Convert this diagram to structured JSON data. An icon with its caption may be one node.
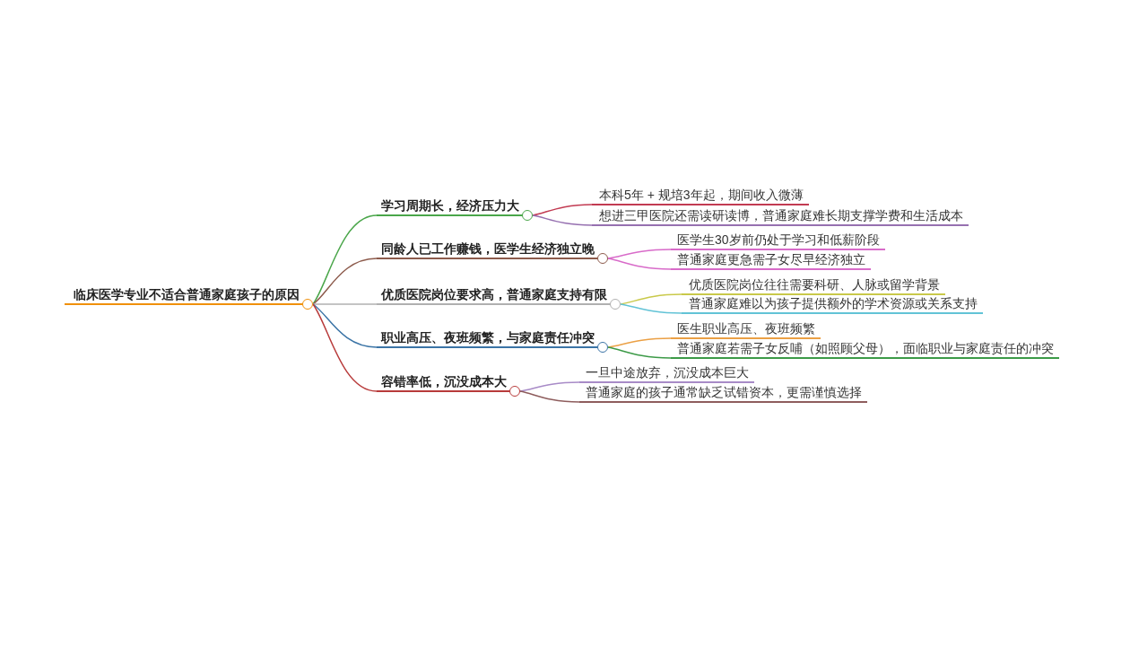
{
  "diagram": {
    "nodes": [
      {
        "text": [
          "临床医学专业不适合普通家庭孩子的原因"
        ]
      },
      {
        "text": [
          "学习周期长，经济压力大"
        ]
      },
      {
        "text": [
          "同龄人已工作赚钱，医学生经济独立晚"
        ]
      },
      {
        "text": [
          "优质医院岗位要求高，普通家庭支持有限"
        ]
      },
      {
        "text": [
          "职业高压、夜班频繁，与家庭责任冲突"
        ]
      },
      {
        "text": [
          "容错率低，沉没成本大"
        ]
      },
      {
        "text": [
          "本科5年 + 规培3年起，期间收入微薄"
        ]
      },
      {
        "text": [
          "想进三甲医院还需读研读博，普通家庭难长期支撑学费和生活成本"
        ]
      },
      {
        "text": [
          "医学生30岁前仍处于学习和低薪阶段"
        ]
      },
      {
        "text": [
          "普通家庭更急需子女尽早经济独立"
        ]
      },
      {
        "text": [
          "优质医院岗位往往需要科研、人脉或留学背景"
        ]
      },
      {
        "text": [
          "普通家庭难以为孩子提供额外的学术资源或关系支持"
        ]
      },
      {
        "text": [
          "医生职业高压、夜班频繁"
        ]
      },
      {
        "text": [
          "普通家庭若需子女反哺（如照顾父母），面临职业与家庭责任的冲突"
        ]
      },
      {
        "text": [
          "一旦中途放弃，沉没成本巨大"
        ]
      },
      {
        "text": [
          "普通家庭的孩子通常缺乏试错资本，更需谨慎选择"
        ]
      }
    ],
    "edges": [
      {
        "from": 0,
        "to": 1,
        "arrow": "none",
        "color": "#4aa64a"
      },
      {
        "from": 0,
        "to": 2,
        "arrow": "none",
        "color": "#8d5b4c"
      },
      {
        "from": 0,
        "to": 3,
        "arrow": "none",
        "color": "#b0b0b0"
      },
      {
        "from": 0,
        "to": 4,
        "arrow": "none",
        "color": "#3b74a6"
      },
      {
        "from": 0,
        "to": 5,
        "arrow": "none",
        "color": "#b83b3b"
      },
      {
        "from": 1,
        "to": 6,
        "arrow": "none",
        "color": "#c23b52"
      },
      {
        "from": 1,
        "to": 7,
        "arrow": "none",
        "color": "#9670b0"
      },
      {
        "from": 2,
        "to": 8,
        "arrow": "none",
        "color": "#d86bc9"
      },
      {
        "from": 2,
        "to": 9,
        "arrow": "none",
        "color": "#d86bc9"
      },
      {
        "from": 3,
        "to": 10,
        "arrow": "none",
        "color": "#c9c94a"
      },
      {
        "from": 3,
        "to": 11,
        "arrow": "none",
        "color": "#62c3d6"
      },
      {
        "from": 4,
        "to": 12,
        "arrow": "none",
        "color": "#eba045"
      },
      {
        "from": 4,
        "to": 13,
        "arrow": "none",
        "color": "#3c9a47"
      },
      {
        "from": 5,
        "to": 14,
        "arrow": "none",
        "color": "#a88bc7"
      },
      {
        "from": 5,
        "to": 15,
        "arrow": "none",
        "color": "#8e5d5d"
      }
    ]
  }
}
